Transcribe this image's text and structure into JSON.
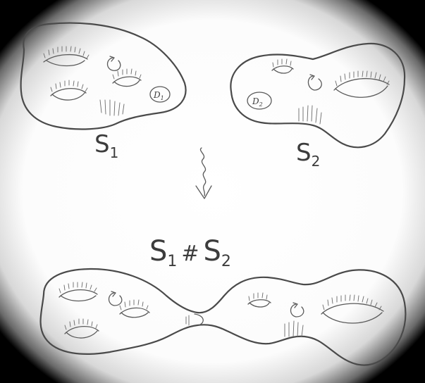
{
  "labels": {
    "surface_1": {
      "base": "S",
      "sub": "1"
    },
    "surface_2": {
      "base": "S",
      "sub": "2"
    },
    "connected_sum": {
      "left_base": "S",
      "left_sub": "1",
      "operator": "#",
      "right_base": "S",
      "right_sub": "2"
    },
    "disc_1": {
      "base": "D",
      "sub": "1"
    },
    "disc_2": {
      "base": "D",
      "sub": "2"
    }
  },
  "colors": {
    "paper": "#ffffff",
    "vignette": "#000000",
    "pencil": "#4a4a4a"
  },
  "icons": {
    "orientation_arrow": "counterclockwise-circle-arrow-icon",
    "squiggly_down_arrow": "squiggly-arrow-down-icon"
  }
}
